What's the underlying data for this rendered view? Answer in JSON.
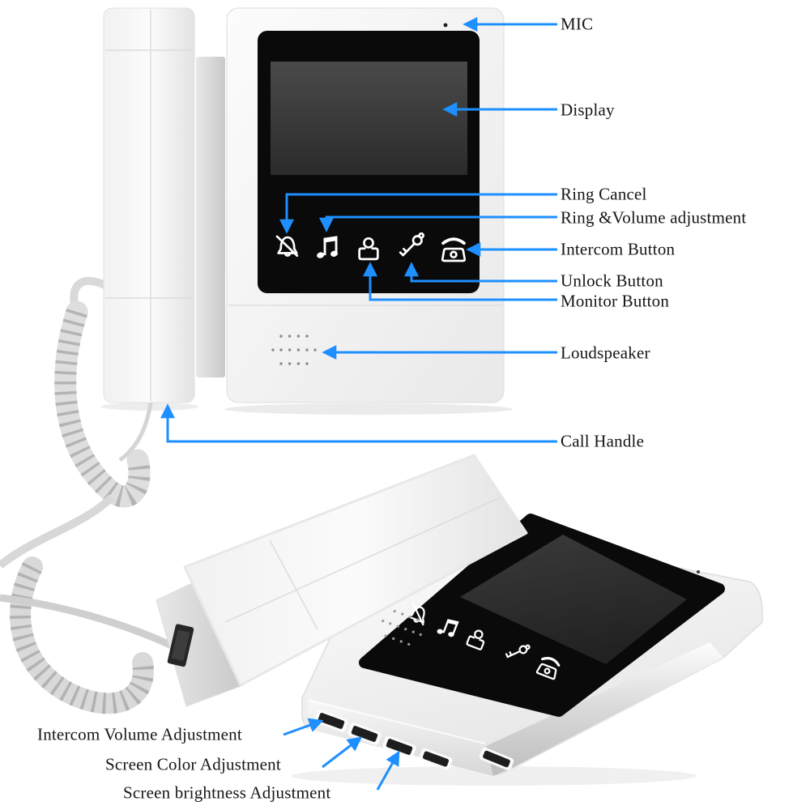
{
  "page": {
    "background": "#ffffff",
    "type": "product parts diagram",
    "product": "video door phone indoor monitor with handset"
  },
  "colors": {
    "arrow_blue": "#1e8fff",
    "label_text": "#161616",
    "panel_black": "#0a0a0a",
    "screen_gray": "#3a3a3a",
    "body_white": "#f4f4f4"
  },
  "front_view": {
    "labels": {
      "mic": "MIC",
      "display": "Display",
      "ring_cancel": "Ring Cancel",
      "ring_volume": "Ring &Volume adjustment",
      "intercom": "Intercom Button",
      "unlock": "Unlock Button",
      "monitor": "Monitor Button",
      "loudspeaker": "Loudspeaker",
      "call_handle": "Call Handle"
    },
    "touch_buttons": [
      "ring-cancel",
      "ring-volume",
      "monitor",
      "unlock",
      "intercom"
    ]
  },
  "bottom_view": {
    "labels": {
      "intercom_volume": "Intercom Volume Adjustment",
      "screen_color": "Screen Color Adjustment",
      "screen_brightness": "Screen brightness Adjustment"
    },
    "slot_count": 5
  }
}
